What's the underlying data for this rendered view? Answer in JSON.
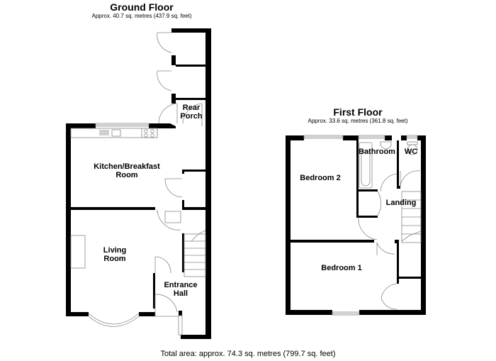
{
  "ground_floor": {
    "title": "Ground Floor",
    "area": "Approx. 40.7 sq. metres (437.9 sq. feet)",
    "rooms": [
      {
        "name": "Rear Porch",
        "lines": [
          "Rear",
          "Porch"
        ]
      },
      {
        "name": "Kitchen/Breakfast Room",
        "lines": [
          "Kitchen/Breakfast",
          "Room"
        ]
      },
      {
        "name": "Living Room",
        "lines": [
          "Living",
          "Room"
        ]
      },
      {
        "name": "Entrance Hall",
        "lines": [
          "Entrance",
          "Hall"
        ]
      }
    ]
  },
  "first_floor": {
    "title": "First Floor",
    "area": "Approx. 33.6 sq. metres (361.8 sq. feet)",
    "rooms": [
      {
        "name": "Bathroom",
        "lines": [
          "Bathroom"
        ]
      },
      {
        "name": "WC",
        "lines": [
          "WC"
        ]
      },
      {
        "name": "Bedroom 2",
        "lines": [
          "Bedroom 2"
        ]
      },
      {
        "name": "Landing",
        "lines": [
          "Landing"
        ]
      },
      {
        "name": "Bedroom 1",
        "lines": [
          "Bedroom 1"
        ]
      }
    ]
  },
  "total_area": "Total area: approx. 74.3 sq. metres (799.7 sq. feet)",
  "colors": {
    "wall": "#000000",
    "fixture": "#888888",
    "background": "#ffffff"
  }
}
